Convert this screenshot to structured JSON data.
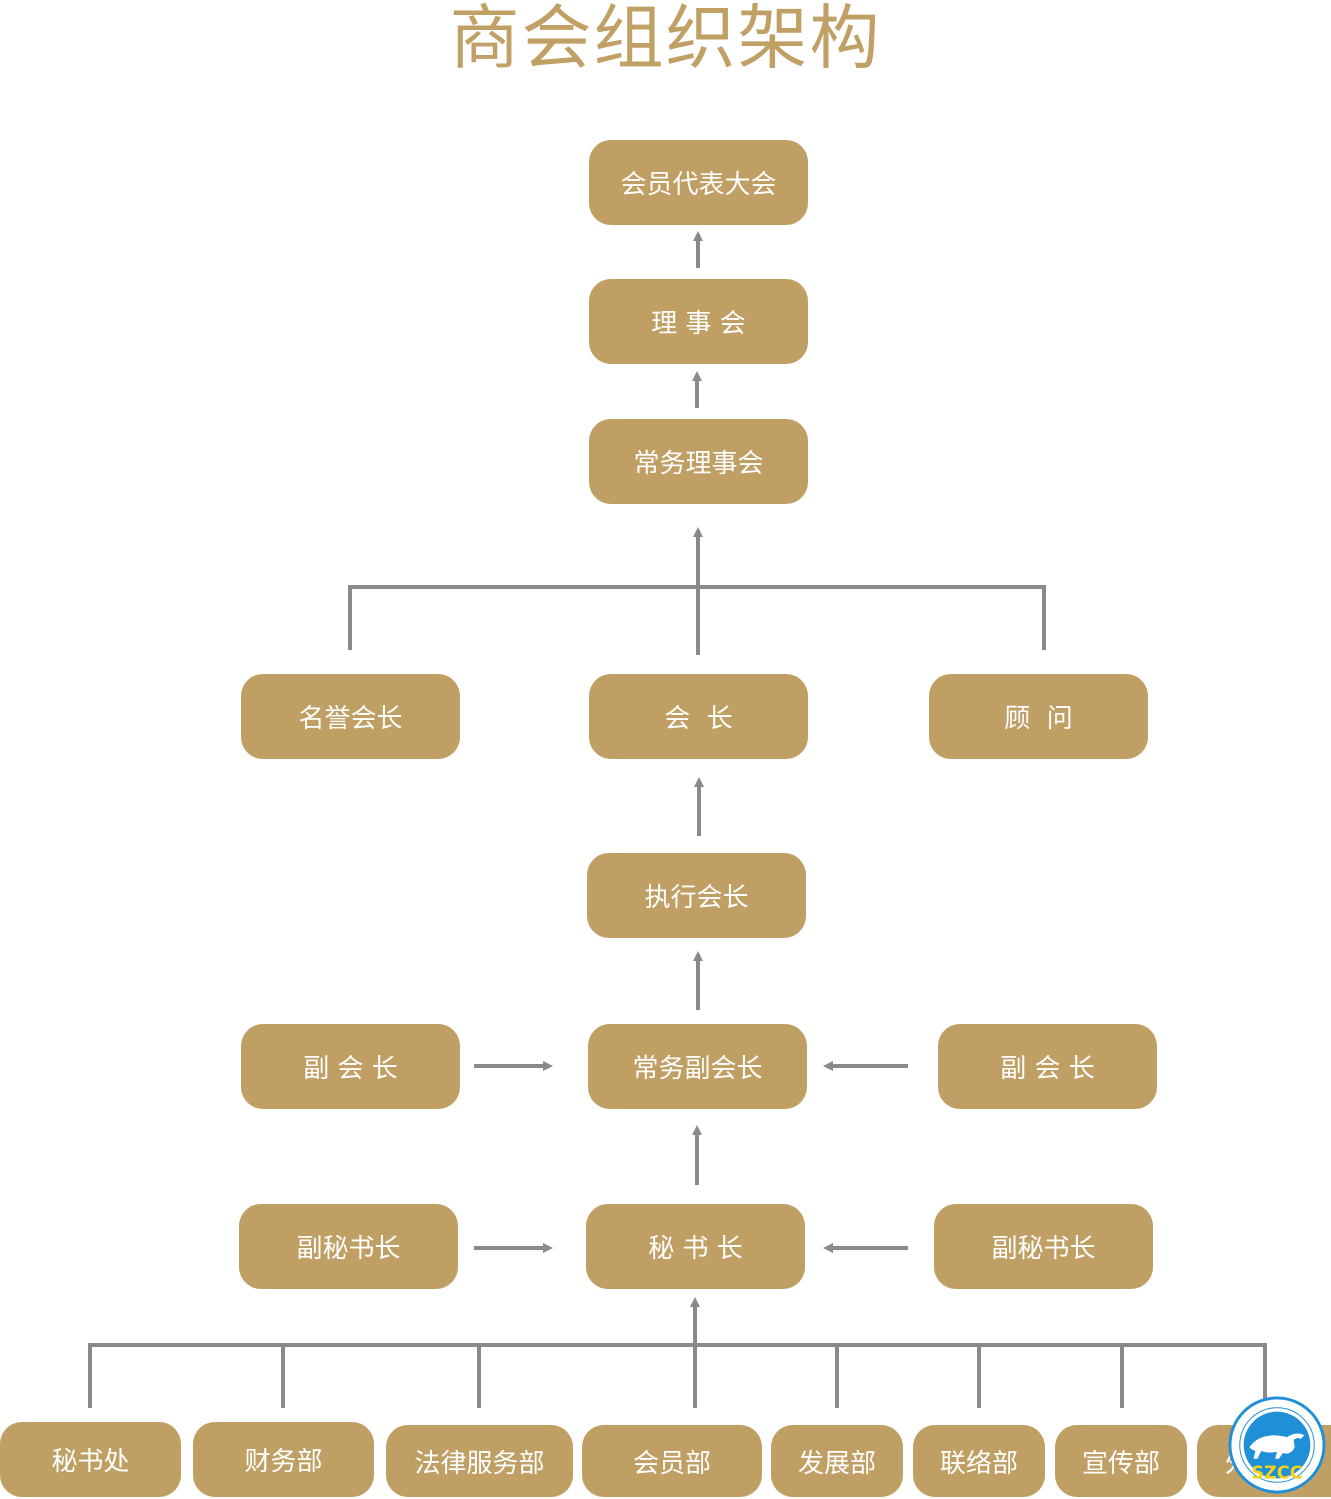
{
  "title": "商会组织架构",
  "nodes": {
    "congress": "会员代表大会",
    "council": "理 事 会",
    "standing_council": "常务理事会",
    "honorary_president": "名誉会长",
    "president": "会  长",
    "advisor": "顾  问",
    "executive_president": "执行会长",
    "vice_president_left": "副 会 长",
    "standing_vice_president": "常务副会长",
    "vice_president_right": "副 会 长",
    "deputy_secretary_left": "副秘书长",
    "secretary_general": "秘 书 长",
    "deputy_secretary_right": "副秘书长"
  },
  "departments": [
    "秘书处",
    "财务部",
    "法律服务部",
    "会员部",
    "发展部",
    "联络部",
    "宣传部",
    "外"
  ],
  "logo": {
    "text": "SZCC",
    "icon": "bull-icon"
  },
  "colors": {
    "box": "#bf9f63",
    "title": "#c0a064",
    "line": "#8a8a8a",
    "logo_blue": "#1f8fd8",
    "logo_yellow": "#f5d21a"
  }
}
